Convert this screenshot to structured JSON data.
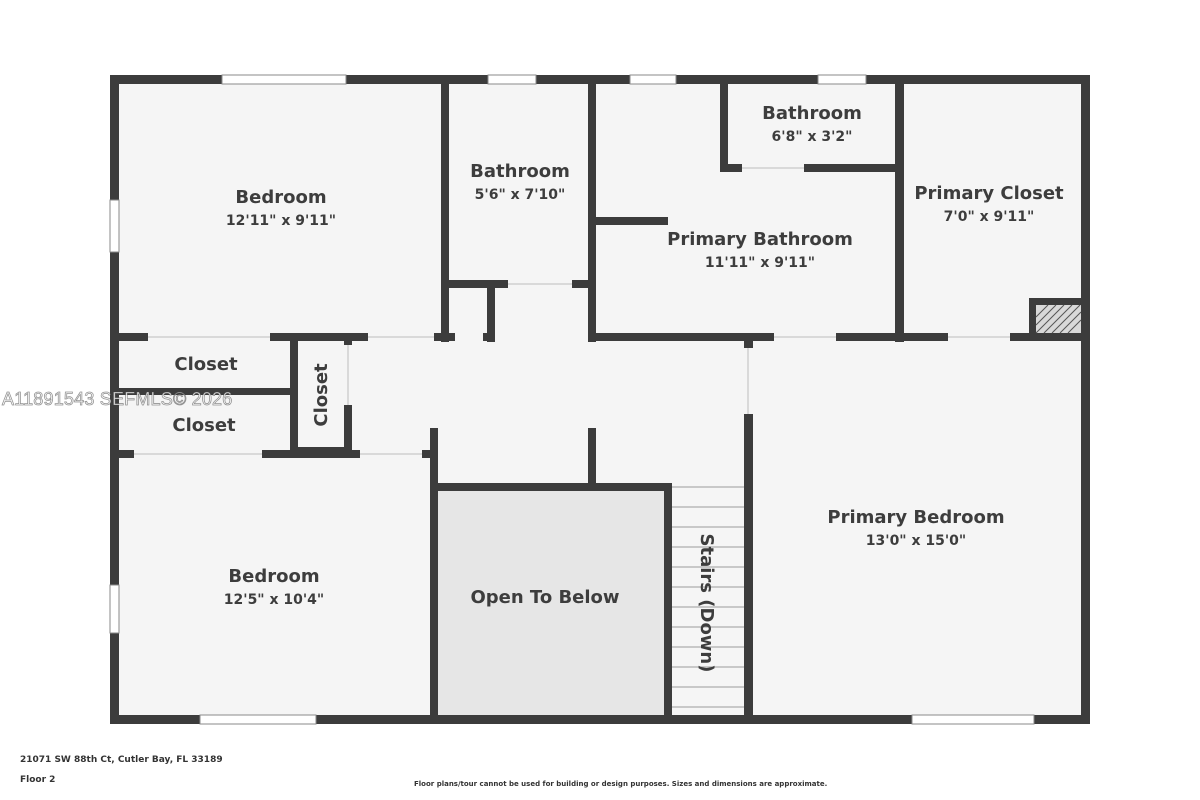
{
  "rooms": {
    "bedroom_nw": {
      "name": "Bedroom",
      "dims": "12'11\" x 9'11\""
    },
    "bathroom_n": {
      "name": "Bathroom",
      "dims": "5'6\" x 7'10\""
    },
    "bathroom_small": {
      "name": "Bathroom",
      "dims": "6'8\" x 3'2\""
    },
    "primary_bathroom": {
      "name": "Primary Bathroom",
      "dims": "11'11\" x 9'11\""
    },
    "primary_closet": {
      "name": "Primary Closet",
      "dims": "7'0\" x 9'11\""
    },
    "closet_1": {
      "name": "Closet"
    },
    "closet_2": {
      "name": "Closet"
    },
    "closet_vertical": {
      "name": "Closet"
    },
    "bedroom_sw": {
      "name": "Bedroom",
      "dims": "12'5\" x 10'4\""
    },
    "open_to_below": {
      "name": "Open To Below"
    },
    "stairs": {
      "name": "Stairs (Down)"
    },
    "primary_bedroom": {
      "name": "Primary Bedroom",
      "dims": "13'0\" x 15'0\""
    }
  },
  "footer": {
    "address": "21071 SW 88th Ct, Cutler Bay, FL 33189",
    "floor": "Floor 2",
    "disclaimer": "Floor plans/tour cannot be used for building or design purposes. Sizes and dimensions are approximate."
  },
  "watermark": "A11891543  SEFMLS© 2026",
  "colors": {
    "wall": "#3c3c3c",
    "floor": "#f5f5f5",
    "open_to_below": "#e6e6e6",
    "window": "#ffffff"
  }
}
